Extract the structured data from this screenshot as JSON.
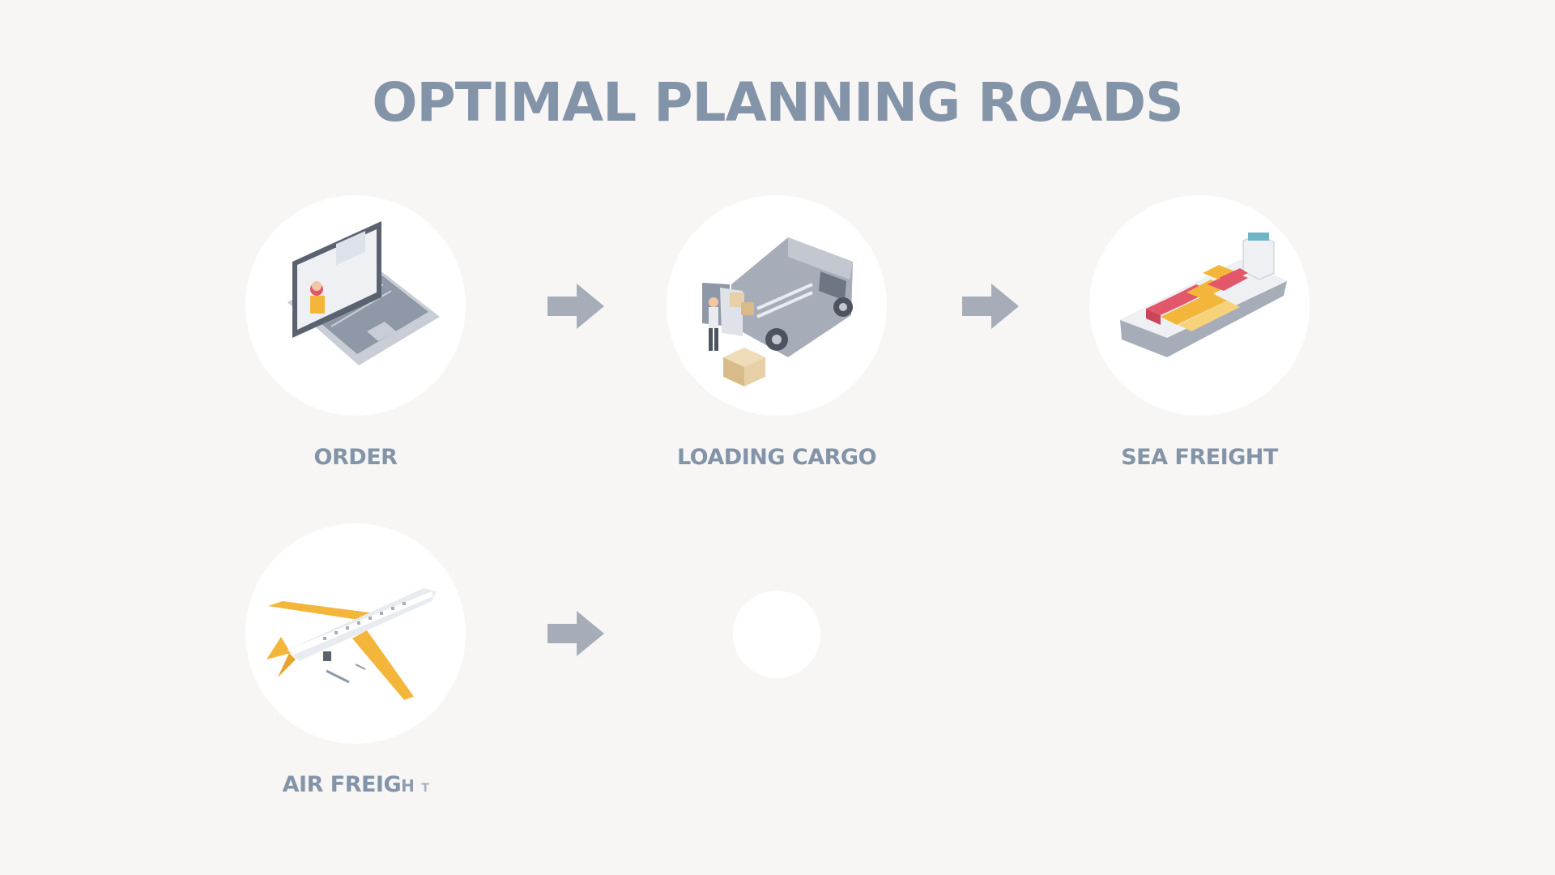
{
  "title": "OPTIMAL PLANNING ROADS",
  "steps": [
    {
      "label": "ORDER",
      "icon": "laptop-icon"
    },
    {
      "label": "LOADING CARGO",
      "icon": "delivery-van-icon"
    },
    {
      "label": "SEA FREIGHT",
      "icon": "cargo-ship-icon"
    },
    {
      "label_main": "AIR FREIG",
      "label_tail_1": "H",
      "label_tail_2": "T",
      "icon": "airplane-icon"
    }
  ],
  "colors": {
    "background": "#f7f6f5",
    "text": "#8494a8",
    "arrow": "#a7adb8",
    "accent_yellow": "#f3b63a",
    "accent_red": "#e2576a"
  }
}
